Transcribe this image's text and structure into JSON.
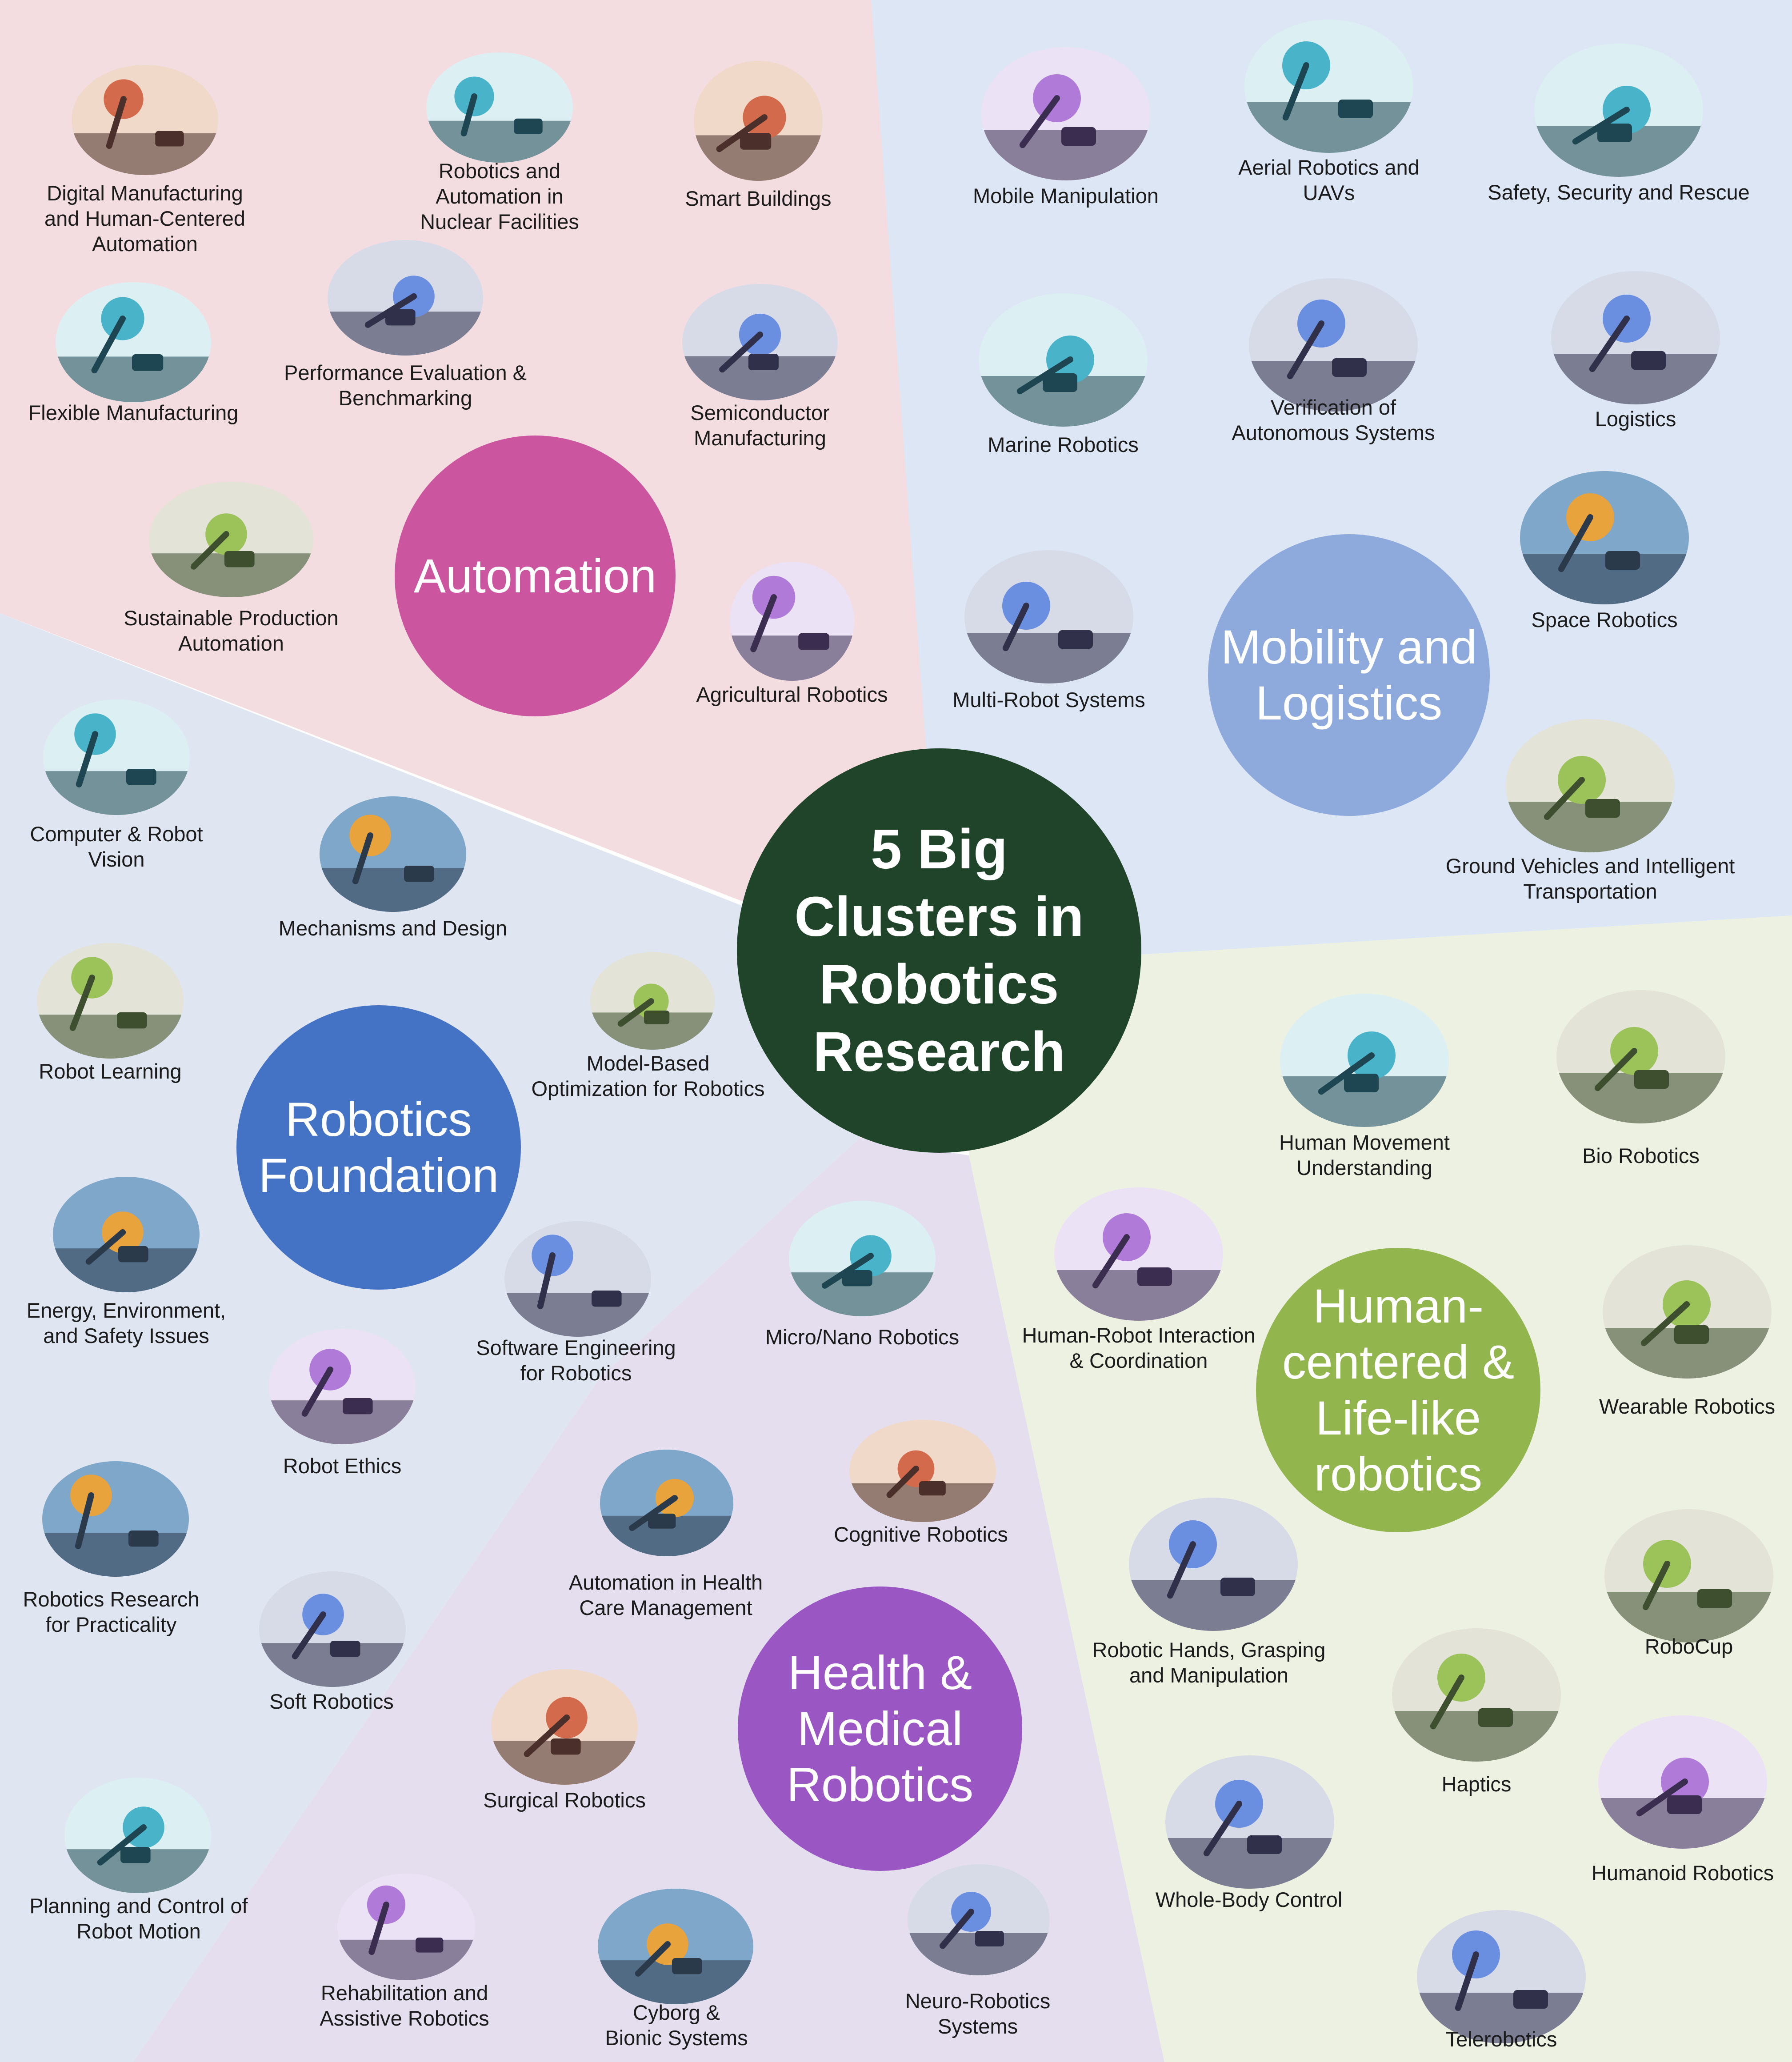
{
  "title": "5 Big\nClusters in\nRobotics\nResearch",
  "clusters": {
    "automation": "Automation",
    "mobility": "Mobility and\nLogistics",
    "foundation": "Robotics\nFoundation",
    "health": "Health &\nMedical\nRobotics",
    "human": "Human-\ncentered &\nLife-like\nrobotics"
  },
  "colors": {
    "center": "#1f4429",
    "automation": "#cb559f",
    "mobility": "#8ea9dc",
    "foundation": "#4472c4",
    "health": "#9a57c4",
    "human": "#92b54e",
    "bg_automation": "#f3dde0",
    "bg_mobility": "#dce6f4",
    "bg_foundation": "#dfe6f1",
    "bg_health": "#e4deee",
    "bg_human": "#edf1e1"
  },
  "topics": [
    {
      "id": "digital-manufacturing",
      "label": "Digital Manufacturing\nand Human-Centered\nAutomation",
      "icon": "factory-worker-icon"
    },
    {
      "id": "nuclear",
      "label": "Robotics and\nAutomation in\nNuclear Facilities",
      "icon": "industrial-arm-icon"
    },
    {
      "id": "smart-buildings",
      "label": "Smart Buildings",
      "icon": "smart-city-icon"
    },
    {
      "id": "flexible-manufacturing",
      "label": "Flexible Manufacturing",
      "icon": "gears-team-icon"
    },
    {
      "id": "performance-evaluation",
      "label": "Performance Evaluation &\nBenchmarking",
      "icon": "lab-robot-icon"
    },
    {
      "id": "semiconductor",
      "label": "Semiconductor\nManufacturing",
      "icon": "circuit-board-icon"
    },
    {
      "id": "sustainable-production",
      "label": "Sustainable Production\nAutomation",
      "icon": "assembly-line-icon"
    },
    {
      "id": "agricultural",
      "label": "Agricultural Robotics",
      "icon": "plant-gripper-icon"
    },
    {
      "id": "mobile-manipulation",
      "label": "Mobile Manipulation",
      "icon": "mobile-manipulator-icon"
    },
    {
      "id": "aerial",
      "label": "Aerial Robotics and\nUAVs",
      "icon": "drone-icon"
    },
    {
      "id": "safety-rescue",
      "label": "Safety, Security and Rescue",
      "icon": "rescue-robot-icon"
    },
    {
      "id": "marine",
      "label": "Marine Robotics",
      "icon": "submarine-icon"
    },
    {
      "id": "verification",
      "label": "Verification of\nAutonomous Systems",
      "icon": "checkmark-tablet-icon"
    },
    {
      "id": "logistics",
      "label": "Logistics",
      "icon": "warehouse-robot-icon"
    },
    {
      "id": "multi-robot",
      "label": "Multi-Robot Systems",
      "icon": "robot-arms-icon"
    },
    {
      "id": "space",
      "label": "Space Robotics",
      "icon": "rover-icon"
    },
    {
      "id": "ground-vehicles",
      "label": "Ground Vehicles and Intelligent\nTransportation",
      "icon": "traffic-icon"
    },
    {
      "id": "vision",
      "label": "Computer & Robot\nVision",
      "icon": "camera-robot-icon"
    },
    {
      "id": "mechanisms",
      "label": "Mechanisms and Design",
      "icon": "robot-head-gears-icon"
    },
    {
      "id": "robot-learning",
      "label": "Robot Learning",
      "icon": "reading-robot-icon"
    },
    {
      "id": "model-based",
      "label": "Model-Based\nOptimization for Robotics",
      "icon": "robot-arm-laser-icon"
    },
    {
      "id": "energy",
      "label": "Energy, Environment,\nand Safety Issues",
      "icon": "eco-energy-icon"
    },
    {
      "id": "software-engineering",
      "label": "Software Engineering\nfor Robotics",
      "icon": "code-screen-icon"
    },
    {
      "id": "ethics",
      "label": "Robot Ethics",
      "icon": "ethics-robot-icon"
    },
    {
      "id": "practicality",
      "label": "Robotics Research\nfor Practicality",
      "icon": "vr-user-icon"
    },
    {
      "id": "soft",
      "label": "Soft Robotics",
      "icon": "soft-gripper-icon"
    },
    {
      "id": "motion-planning",
      "label": "Planning and Control of\nRobot Motion",
      "icon": "arm-trajectory-icon"
    },
    {
      "id": "micro-nano",
      "label": "Micro/Nano Robotics",
      "icon": "microchip-tweezers-icon"
    },
    {
      "id": "health-care",
      "label": "Automation in Health\nCare Management",
      "icon": "medical-network-icon"
    },
    {
      "id": "cognitive",
      "label": "Cognitive Robotics",
      "icon": "brain-tablet-icon"
    },
    {
      "id": "surgical",
      "label": "Surgical Robotics",
      "icon": "surgical-robot-icon"
    },
    {
      "id": "rehabilitation",
      "label": "Rehabilitation and\nAssistive Robotics",
      "icon": "hand-exoskeleton-icon"
    },
    {
      "id": "cyborg",
      "label": "Cyborg &\nBionic Systems",
      "icon": "cyborg-face-icon"
    },
    {
      "id": "neuro",
      "label": "Neuro-Robotics\nSystems",
      "icon": "eeg-cap-icon"
    },
    {
      "id": "human-movement",
      "label": "Human Movement\nUnderstanding",
      "icon": "muscle-figure-icon"
    },
    {
      "id": "bio",
      "label": "Bio Robotics",
      "icon": "robot-dog-icon"
    },
    {
      "id": "hri",
      "label": "Human-Robot Interaction\n& Coordination",
      "icon": "handshake-icon"
    },
    {
      "id": "wearable",
      "label": "Wearable Robotics",
      "icon": "exoskeleton-icon"
    },
    {
      "id": "robot-hands",
      "label": "Robotic Hands, Grasping\nand Manipulation",
      "icon": "robot-hand-icon"
    },
    {
      "id": "robocup",
      "label": "RoboCup",
      "icon": "soccer-robots-icon"
    },
    {
      "id": "haptics",
      "label": "Haptics",
      "icon": "vr-headset-icon"
    },
    {
      "id": "whole-body",
      "label": "Whole-Body Control",
      "icon": "humanoid-walker-icon"
    },
    {
      "id": "humanoid",
      "label": "Humanoid Robotics",
      "icon": "android-face-icon"
    },
    {
      "id": "telerobotics",
      "label": "Telerobotics",
      "icon": "teleoperator-icon"
    }
  ]
}
